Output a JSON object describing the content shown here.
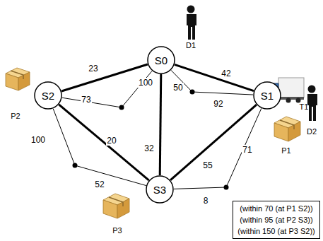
{
  "diagram": {
    "nodes": [
      {
        "text": [
          "S0"
        ]
      },
      {
        "text": [
          "S2"
        ]
      },
      {
        "text": [
          "S1"
        ]
      },
      {
        "text": [
          "S3"
        ]
      },
      {
        "text": [
          "(within 70 (at P1 S2))",
          "(within 95 (at P2 S3))",
          "(within 150 (at P3 S2))"
        ]
      }
    ],
    "edges": [
      {
        "from": 0,
        "to": 1,
        "arrow": "none",
        "label": "23"
      },
      {
        "from": 0,
        "to": 2,
        "arrow": "none",
        "label": "42"
      },
      {
        "from": 0,
        "to": 3,
        "arrow": "none",
        "label": "32"
      },
      {
        "from": 1,
        "to": 3,
        "arrow": "none",
        "label": "20"
      },
      {
        "from": 2,
        "to": 3,
        "arrow": "none",
        "label": "55"
      },
      {
        "from": 1,
        "to": 0,
        "arrow": "none",
        "label": "73"
      },
      {
        "from": 0,
        "to": 2,
        "arrow": "none",
        "label": "50"
      },
      {
        "from": 1,
        "to": 3,
        "arrow": "none",
        "label": "100"
      },
      {
        "from": 2,
        "to": 3,
        "arrow": "none",
        "label": "71"
      }
    ],
    "labels": [
      "D1",
      "D2",
      "T1",
      "P1",
      "P2",
      "P3",
      "100",
      "92",
      "52",
      "8"
    ]
  }
}
